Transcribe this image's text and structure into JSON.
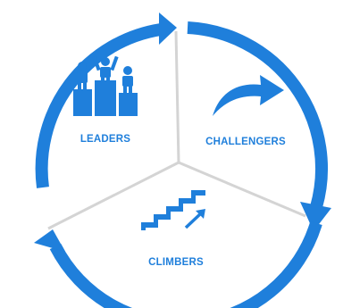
{
  "colors": {
    "accent": "#1f7fdb",
    "divider": "#d4d4d4",
    "background": "#ffffff"
  },
  "segments": [
    {
      "label": "LEADERS",
      "icon": "podium-icon"
    },
    {
      "label": "CHALLENGERS",
      "icon": "curved-arrow-icon"
    },
    {
      "label": "CLIMBERS",
      "icon": "stairs-arrow-icon"
    }
  ]
}
